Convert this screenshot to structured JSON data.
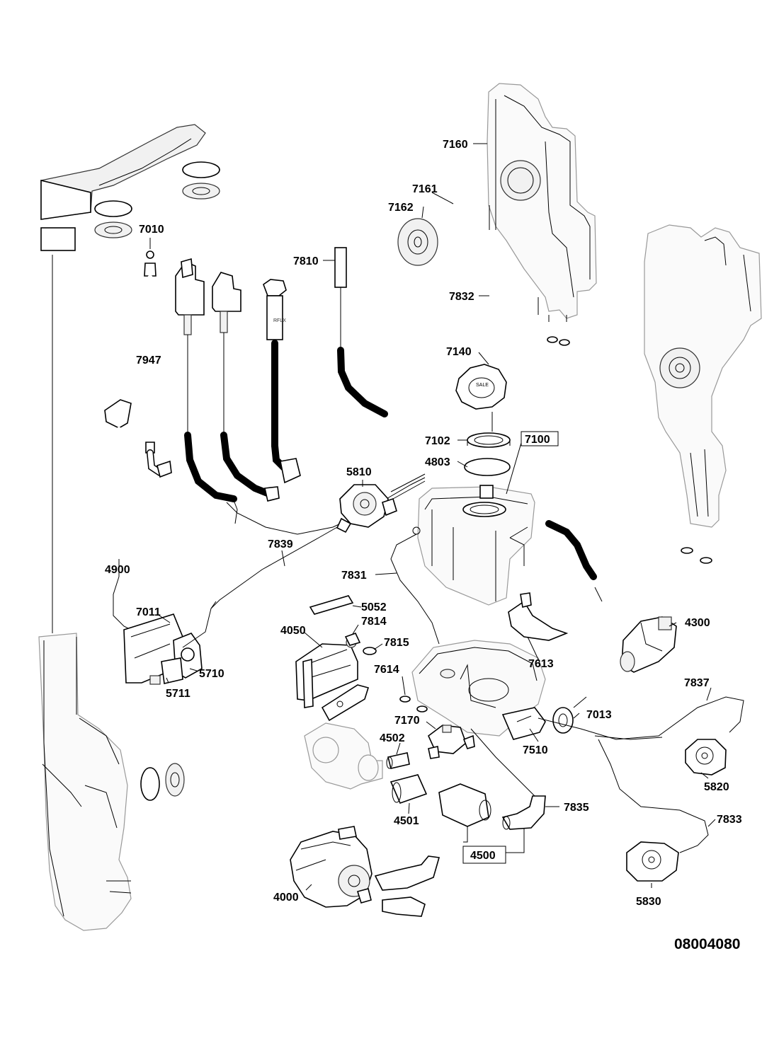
{
  "diagram_code": "08004080",
  "callouts": [
    {
      "id": "c7160",
      "text": "7160"
    },
    {
      "id": "c7161",
      "text": "7161"
    },
    {
      "id": "c7162",
      "text": "7162"
    },
    {
      "id": "c7010",
      "text": "7010"
    },
    {
      "id": "c7810",
      "text": "7810"
    },
    {
      "id": "c7832",
      "text": "7832"
    },
    {
      "id": "c7947",
      "text": "7947"
    },
    {
      "id": "c7140",
      "text": "7140"
    },
    {
      "id": "c7102",
      "text": "7102"
    },
    {
      "id": "c7100",
      "text": "7100"
    },
    {
      "id": "c4803",
      "text": "4803"
    },
    {
      "id": "c5810",
      "text": "5810"
    },
    {
      "id": "c7839",
      "text": "7839"
    },
    {
      "id": "c4900",
      "text": "4900"
    },
    {
      "id": "c7831",
      "text": "7831"
    },
    {
      "id": "c5052",
      "text": "5052"
    },
    {
      "id": "c7011",
      "text": "7011"
    },
    {
      "id": "c4050",
      "text": "4050"
    },
    {
      "id": "c7814",
      "text": "7814"
    },
    {
      "id": "c7815",
      "text": "7815"
    },
    {
      "id": "c4300",
      "text": "4300"
    },
    {
      "id": "c7613",
      "text": "7613"
    },
    {
      "id": "c7614",
      "text": "7614"
    },
    {
      "id": "c5710",
      "text": "5710"
    },
    {
      "id": "c5711",
      "text": "5711"
    },
    {
      "id": "c7837",
      "text": "7837"
    },
    {
      "id": "c7013",
      "text": "7013"
    },
    {
      "id": "c7170",
      "text": "7170"
    },
    {
      "id": "c4502",
      "text": "4502"
    },
    {
      "id": "c7510",
      "text": "7510"
    },
    {
      "id": "c5820",
      "text": "5820"
    },
    {
      "id": "c4501",
      "text": "4501"
    },
    {
      "id": "c7835",
      "text": "7835"
    },
    {
      "id": "c7833",
      "text": "7833"
    },
    {
      "id": "c4500",
      "text": "4500"
    },
    {
      "id": "c4000",
      "text": "4000"
    },
    {
      "id": "c5830",
      "text": "5830"
    }
  ]
}
